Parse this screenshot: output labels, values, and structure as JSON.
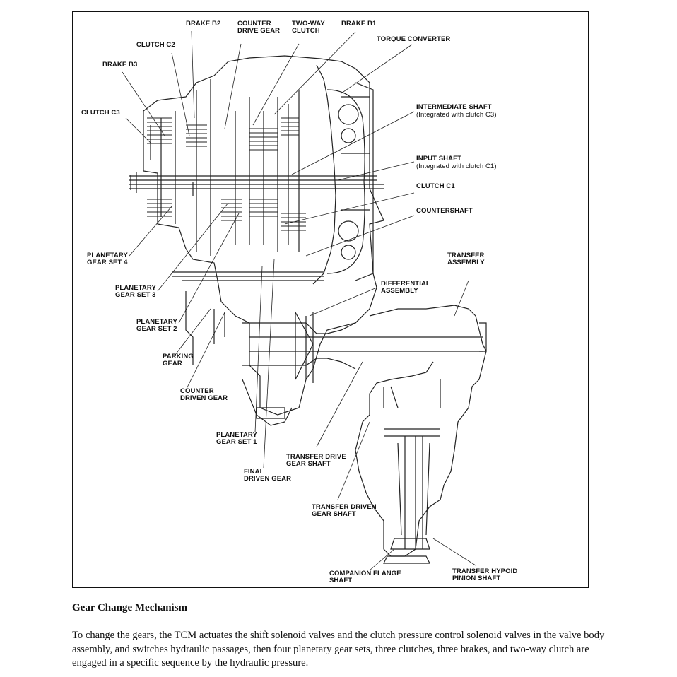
{
  "figure": {
    "labels": {
      "brake_b2": "BRAKE B2",
      "counter_drive_gear": "COUNTER\nDRIVE GEAR",
      "two_way_clutch": "TWO-WAY\nCLUTCH",
      "brake_b1": "BRAKE B1",
      "torque_converter": "TORQUE CONVERTER",
      "clutch_c2": "CLUTCH C2",
      "brake_b3": "BRAKE B3",
      "clutch_c3": "CLUTCH C3",
      "intermediate_shaft": "INTERMEDIATE SHAFT",
      "intermediate_shaft_note": "(Integrated with clutch C3)",
      "input_shaft": "INPUT SHAFT",
      "input_shaft_note": "(Integrated with clutch C1)",
      "clutch_c1": "CLUTCH C1",
      "countershaft": "COUNTERSHAFT",
      "planetary_gear_set_4": "PLANETARY\nGEAR SET 4",
      "transfer_assembly": "TRANSFER\nASSEMBLY",
      "planetary_gear_set_3": "PLANETARY\nGEAR SET 3",
      "differential_assembly": "DIFFERENTIAL\nASSEMBLY",
      "planetary_gear_set_2": "PLANETARY\nGEAR SET 2",
      "parking_gear": "PARKING\nGEAR",
      "counter_driven_gear": "COUNTER\nDRIVEN GEAR",
      "planetary_gear_set_1": "PLANETARY\nGEAR SET 1",
      "transfer_drive_gear_shaft": "TRANSFER DRIVE\nGEAR SHAFT",
      "final_driven_gear": "FINAL\nDRIVEN GEAR",
      "transfer_driven_gear_shaft": "TRANSFER DRIVEN\nGEAR SHAFT",
      "companion_flange_shaft": "COMPANION FLANGE\nSHAFT",
      "transfer_hypoid_pinion_shaft": "TRANSFER HYPOID\nPINION SHAFT"
    }
  },
  "section": {
    "heading": "Gear Change Mechanism",
    "paragraph": "To change the gears, the TCM actuates the shift solenoid valves and the clutch pressure control solenoid valves in the valve body assembly, and switches hydraulic passages, then four planetary gear sets, three clutches, three brakes, and two-way clutch are engaged in a specific sequence by the hydraulic pressure."
  }
}
